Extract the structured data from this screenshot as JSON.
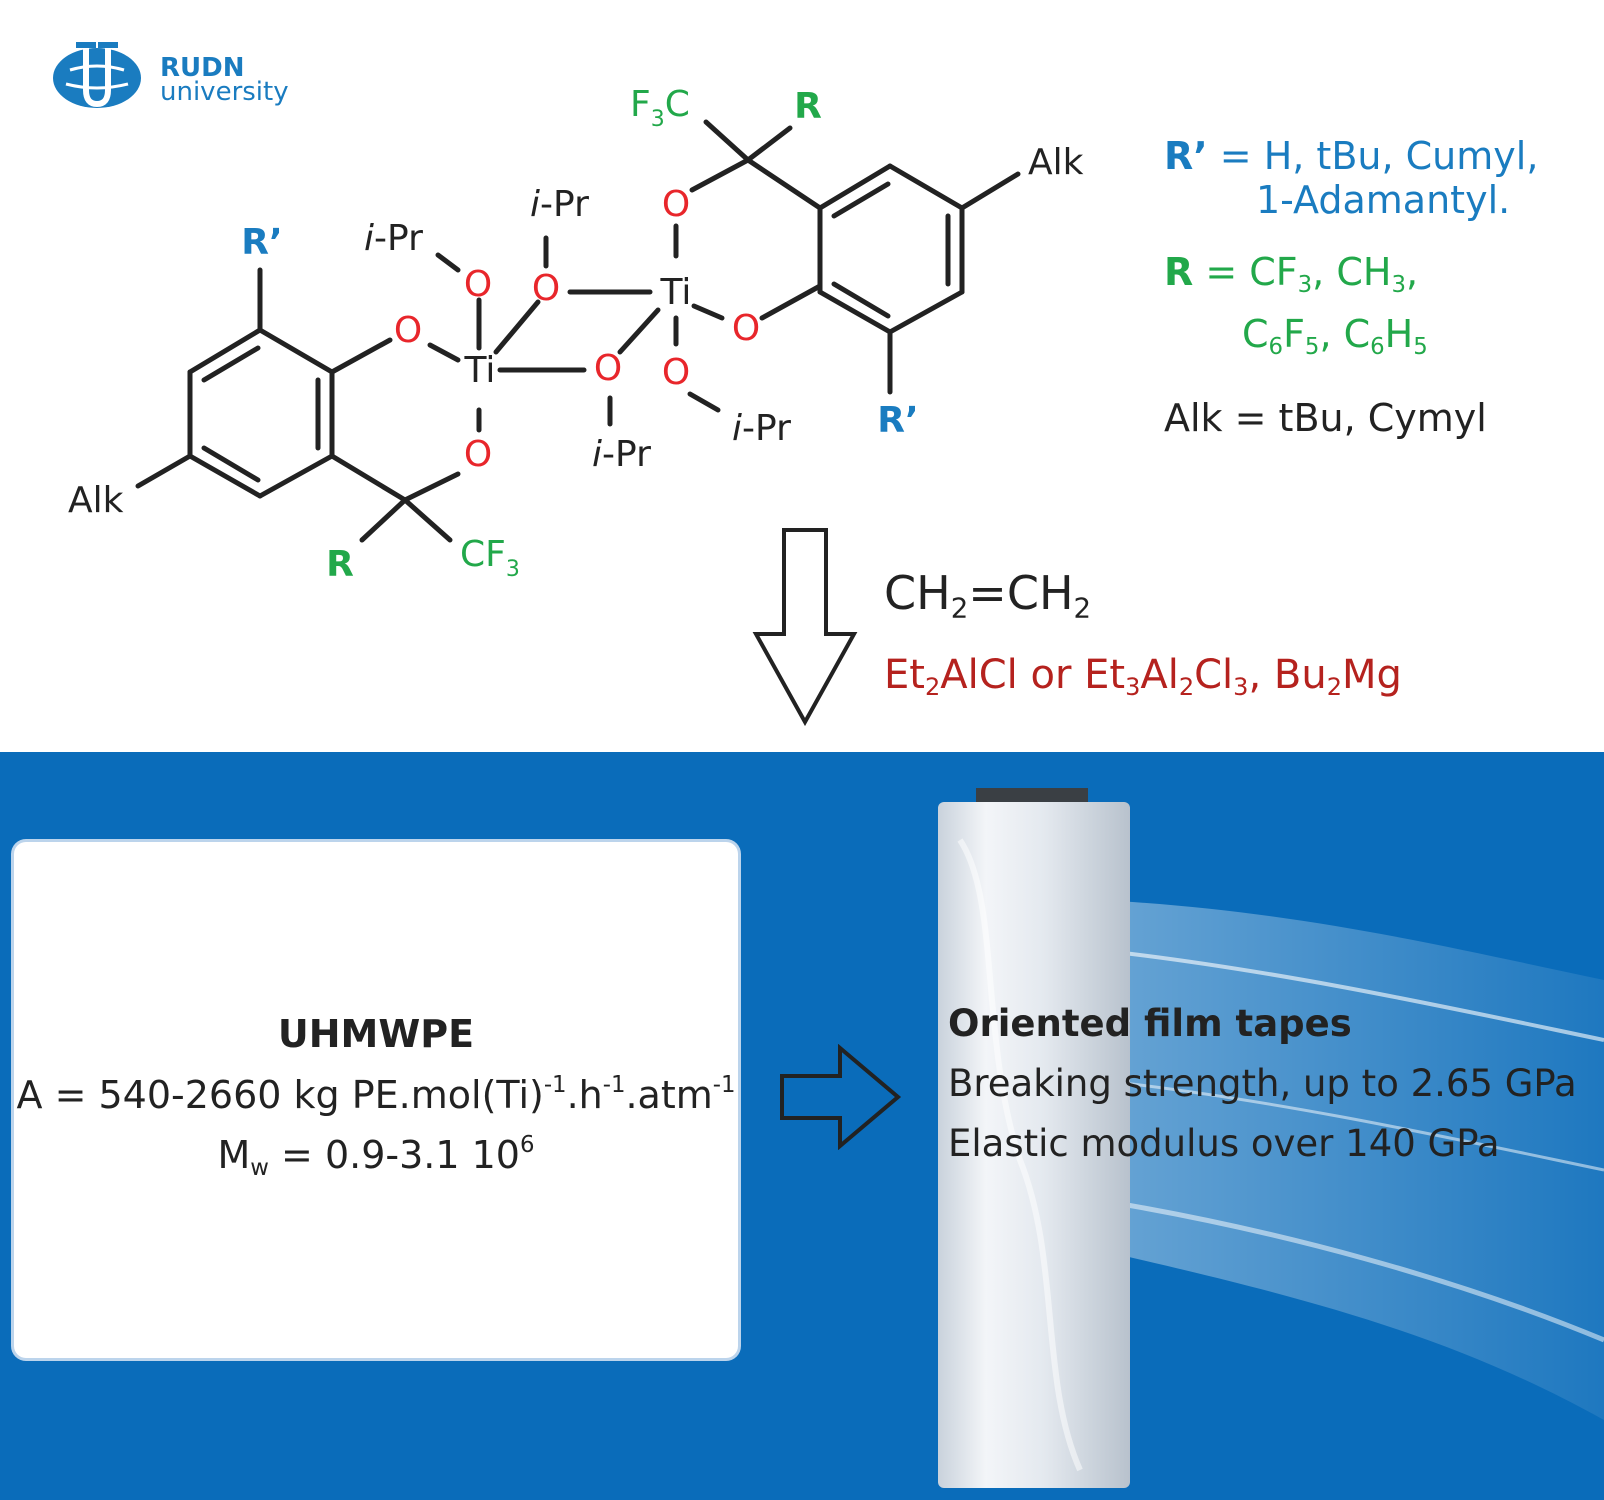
{
  "logo": {
    "line1": "RUDN",
    "line2": "university"
  },
  "structure": {
    "ti": "Ti",
    "o": "O",
    "ipr_i": "i",
    "ipr_rest": "-Pr",
    "r_prime": "R’",
    "r": "R",
    "alk": "Alk",
    "cf": "CF",
    "fc_f": "F",
    "fc_c": "C",
    "three": "3"
  },
  "legend": {
    "rprime_label": "R’",
    "rprime_eq": " = H, tBu, Cumyl,",
    "rprime_cont": "1-Adamantyl.",
    "r_label": "R",
    "r_eq": " = CF",
    "r_3a": "3",
    "r_ch": ", CH",
    "r_3b": "3",
    "r_comma": ",",
    "r_c6": "C",
    "r_6a": "6",
    "r_f5": "F",
    "r_5a": "5",
    "r_c6b": ", C",
    "r_6b": "6",
    "r_h5": "H",
    "r_5b": "5",
    "alk": "Alk = tBu, Cymyl"
  },
  "reaction": {
    "monomer_a": "CH",
    "monomer_sub1": "2",
    "monomer_b": "=CH",
    "monomer_sub2": "2",
    "cocat_1": "Et",
    "cocat_s1": "2",
    "cocat_2": "AlCl or Et",
    "cocat_s2": "3",
    "cocat_3": "Al",
    "cocat_s3": "2",
    "cocat_4": "Cl",
    "cocat_s4": "3",
    "cocat_5": ", Bu",
    "cocat_s5": "2",
    "cocat_6": "Mg"
  },
  "product": {
    "title": "UHMWPE",
    "activity_prefix": "A = 540-2660 kg PE.mol(Ti)",
    "activity_e1": "-1",
    "activity_mid1": ".h",
    "activity_e2": "-1",
    "activity_mid2": ".atm",
    "activity_e3": "-1",
    "mw_m": "M",
    "mw_sub": "w",
    "mw_value": " = 0.9-3.1 10",
    "mw_exp": "6"
  },
  "film": {
    "title": "Oriented film tapes",
    "line1": "Breaking strength, up to 2.65 GPa",
    "line2": "Elastic modulus over 140 GPa"
  },
  "colors": {
    "oxygen": "#e8262b",
    "green": "#22a84a",
    "blue": "#1a7cc0",
    "red_text": "#b5221e",
    "bond": "#222222",
    "background_bottom": "#0a6cba"
  }
}
